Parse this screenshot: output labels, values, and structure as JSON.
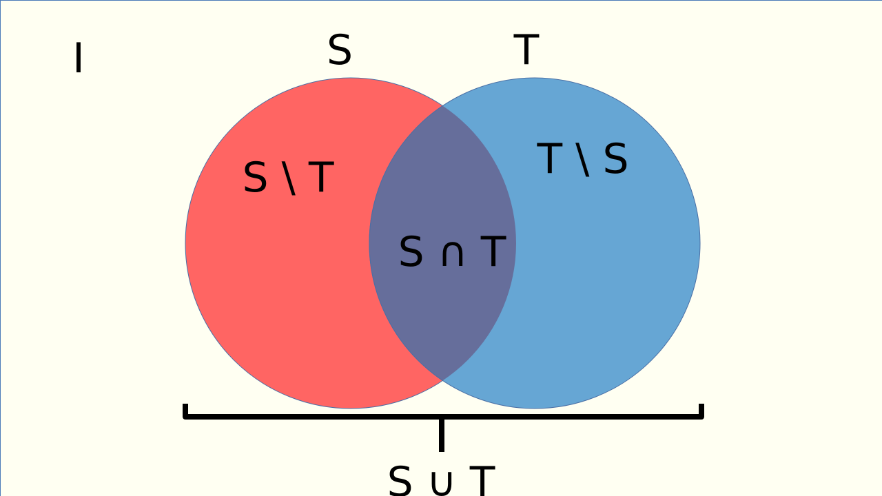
{
  "diagram": {
    "universe_label": "I",
    "set_s_label": "S",
    "set_t_label": "T",
    "s_minus_t_label": "S \\ T",
    "t_minus_s_label": "T \\ S",
    "intersection_label": "S ∩ T",
    "union_label": "S ∪ T"
  },
  "colors": {
    "background": "#fffff2",
    "set_s_fill": "#ff6563",
    "set_t_fill": "#66a6d4",
    "intersection_fill": "#666e9b",
    "outline": "#4a6fa5",
    "brace": "#000000"
  }
}
